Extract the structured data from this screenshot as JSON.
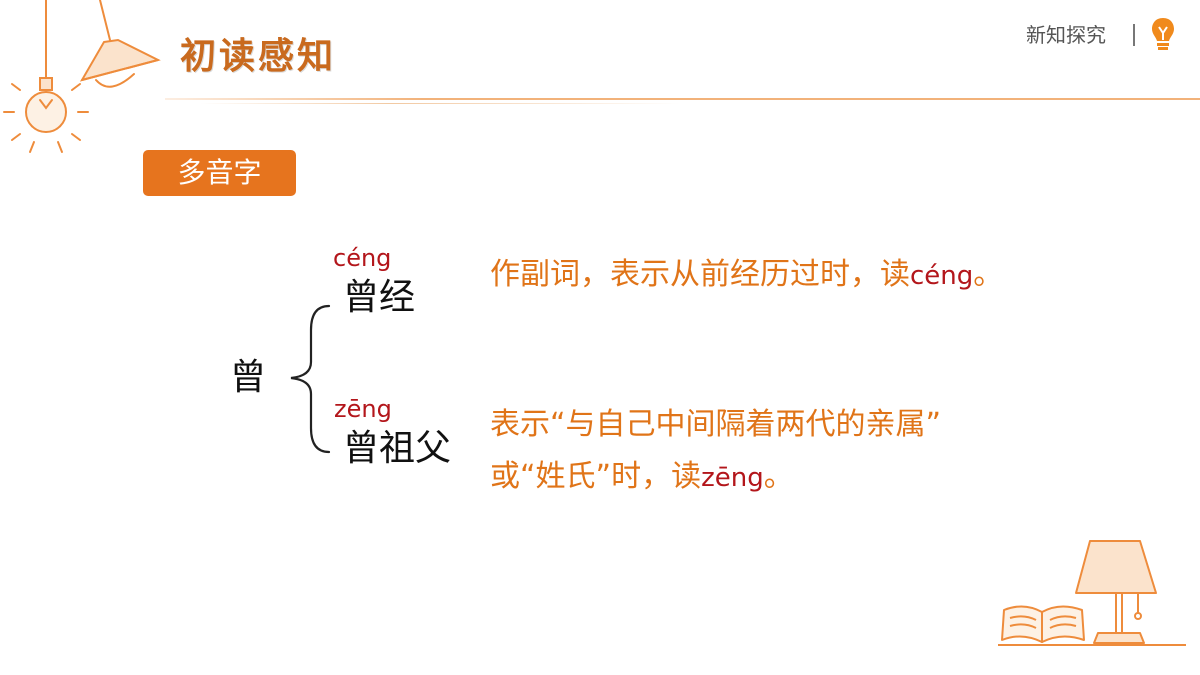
{
  "header": {
    "title": "初读感知",
    "section_label": "新知探究",
    "icons": [
      "hanging-lamp-icon",
      "lightbulb-icon",
      "desk-lamp-icon",
      "open-book-icon"
    ]
  },
  "tag": {
    "label": "多音字"
  },
  "root_char": "曾",
  "readings": [
    {
      "pinyin": "céng",
      "word": "曾经",
      "desc_main": "作副词，表示从前经历过时，读",
      "desc_pinyin": "céng",
      "desc_end": "。"
    },
    {
      "pinyin": "zēng",
      "word": "曾祖父",
      "desc_line1": "表示“与自己中间隔着两代的亲属”",
      "desc_line2_main": "或“姓氏”时，读",
      "desc_pinyin": "zēng",
      "desc_end": "。"
    }
  ],
  "colors": {
    "accent": "#e6741e",
    "title": "#c96a1e",
    "desc": "#e07418",
    "pinyin": "#b3161b"
  }
}
